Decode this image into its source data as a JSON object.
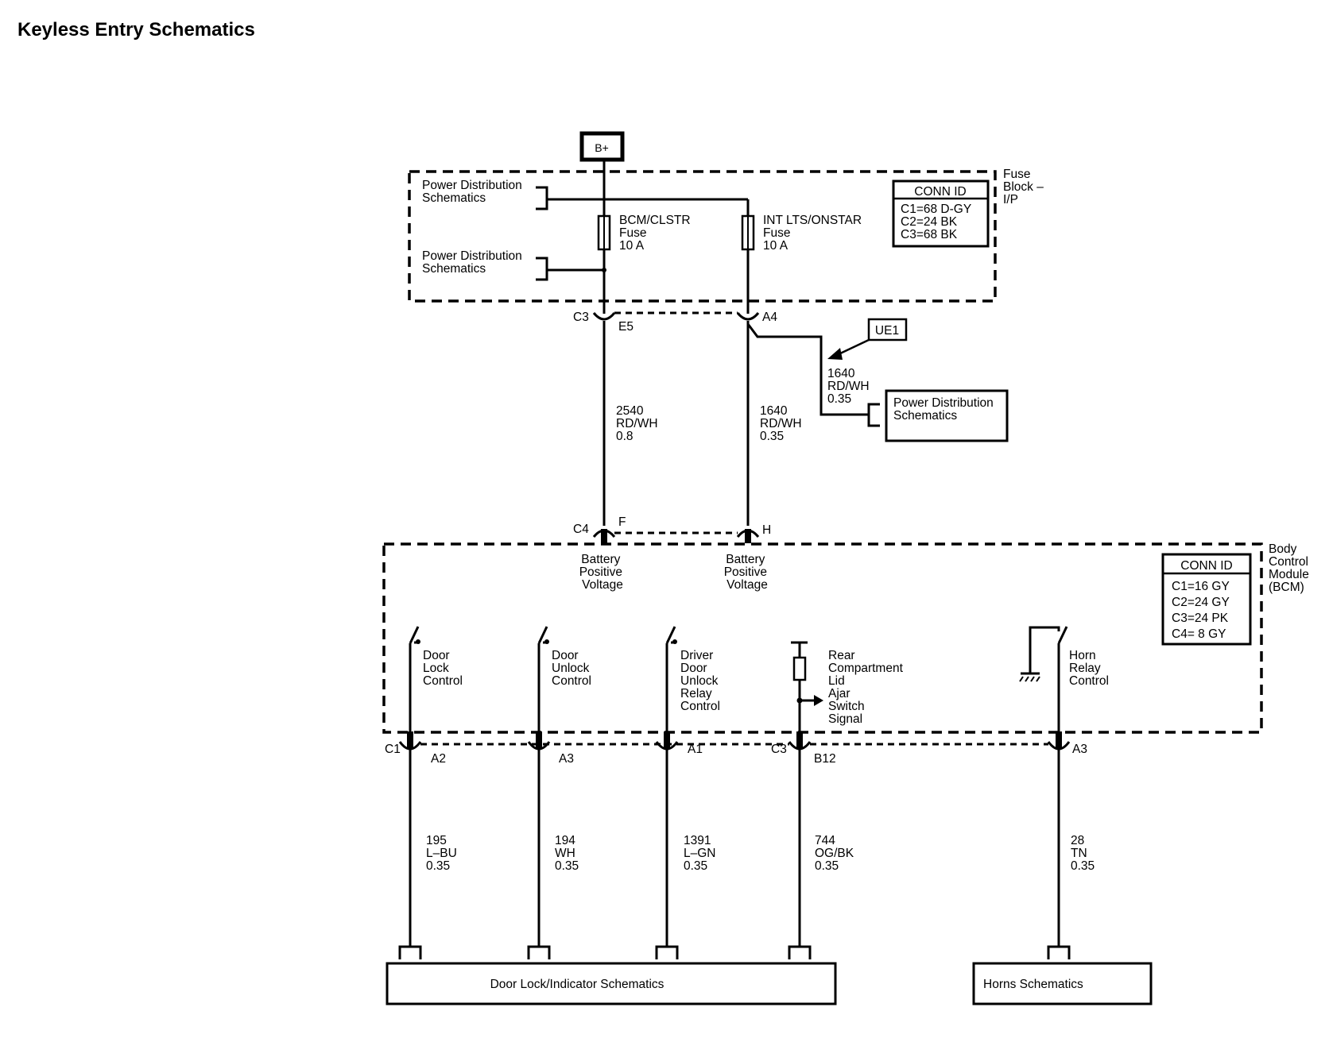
{
  "title": "Keyless Entry Schematics",
  "battery": "B+",
  "fuse_block": {
    "label": [
      "Fuse",
      "Block –",
      "I/P"
    ],
    "conn_id": {
      "header": "CONN ID",
      "rows": [
        "C1=68 D-GY",
        "C2=24 BK",
        "C3=68 BK"
      ]
    },
    "power_refs": [
      [
        "Power Distribution",
        "Schematics"
      ],
      [
        "Power Distribution",
        "Schematics"
      ]
    ],
    "fuses": [
      {
        "name": "BCM/CLSTR",
        "type": "Fuse",
        "rating": "10 A"
      },
      {
        "name": "INT LTS/ONSTAR",
        "type": "Fuse",
        "rating": "10 A"
      }
    ],
    "connector": "C3",
    "pins": [
      "E5",
      "A4"
    ]
  },
  "ue1": "UE1",
  "branch_wire": [
    "1640",
    "RD/WH",
    "0.35"
  ],
  "power_dist_box": [
    "Power Distribution",
    "Schematics"
  ],
  "upper_wires": [
    [
      "2540",
      "RD/WH",
      "0.8"
    ],
    [
      "1640",
      "RD/WH",
      "0.35"
    ]
  ],
  "bcm": {
    "label": [
      "Body",
      "Control",
      "Module",
      "(BCM)"
    ],
    "conn_id": {
      "header": "CONN ID",
      "rows": [
        "C1=16 GY",
        "C2=24 GY",
        "C3=24 PK",
        "C4=  8 GY"
      ]
    },
    "in_connector": "C4",
    "in_pins": [
      "F",
      "H"
    ],
    "inputs": [
      [
        "Battery",
        "Positive",
        "Voltage"
      ],
      [
        "Battery",
        "Positive",
        "Voltage"
      ]
    ],
    "circuits": [
      [
        "Door",
        "Lock",
        "Control"
      ],
      [
        "Door",
        "Unlock",
        "Control"
      ],
      [
        "Driver",
        "Door",
        "Unlock",
        "Relay",
        "Control"
      ],
      [
        "Rear",
        "Compartment",
        "Lid",
        "Ajar",
        "Switch",
        "Signal"
      ],
      [
        "Horn",
        "Relay",
        "Control"
      ]
    ],
    "out_connectors": [
      "C1",
      "C3"
    ],
    "out_pins": [
      "A2",
      "A3",
      "A1",
      "B12",
      "A3"
    ]
  },
  "lower_wires": [
    [
      "195",
      "L–BU",
      "0.35"
    ],
    [
      "194",
      "WH",
      "0.35"
    ],
    [
      "1391",
      "L–GN",
      "0.35"
    ],
    [
      "744",
      "OG/BK",
      "0.35"
    ],
    [
      "28",
      "TN",
      "0.35"
    ]
  ],
  "destinations": [
    "Door Lock/Indicator Schematics",
    "Horns Schematics"
  ]
}
